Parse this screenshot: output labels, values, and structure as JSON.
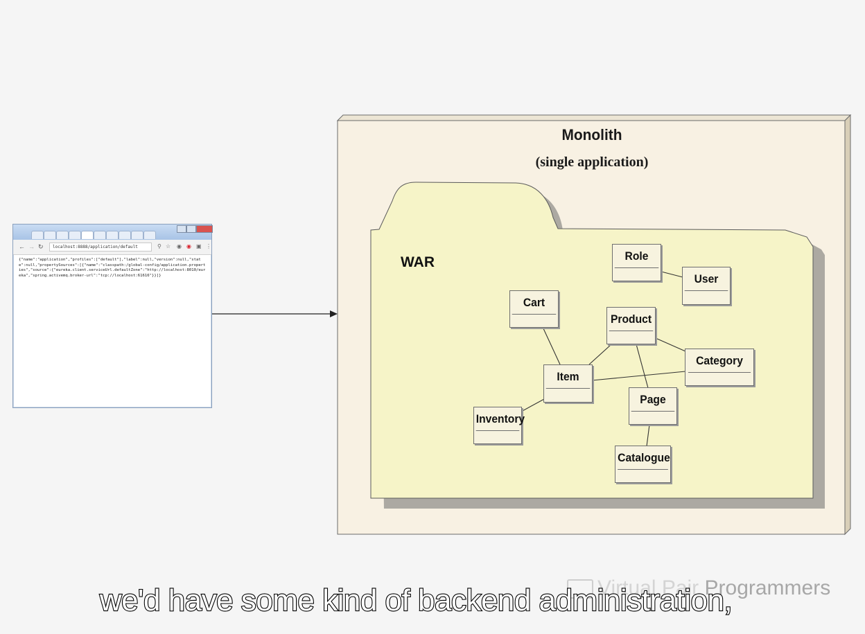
{
  "browser": {
    "address": "localhost:8888/application/default",
    "json_text": "{\"name\":\"application\",\"profiles\":[\"default\"],\"label\":null,\"version\":null,\"state\":null,\"propertySources\":[{\"name\":\"classpath:/global-config/application.properties\",\"source\":{\"eureka.client.serviceUrl.defaultZone\":\"http://localhost:8010/eureka\",\"spring.activemq.broker-url\":\"tcp://localhost:61616\"}}]}"
  },
  "diagram": {
    "monolith_title": "Monolith",
    "monolith_subtitle": "(single application)",
    "war_label": "WAR",
    "classes": {
      "role": "Role",
      "user": "User",
      "cart": "Cart",
      "product": "Product",
      "category": "Category",
      "item": "Item",
      "page": "Page",
      "inventory": "Inventory",
      "catalogue": "Catalogue"
    }
  },
  "subtitle": "we'd have some kind of backend administration,",
  "watermark": {
    "faded": "Virtual Pair ",
    "visible": "Programmers"
  }
}
